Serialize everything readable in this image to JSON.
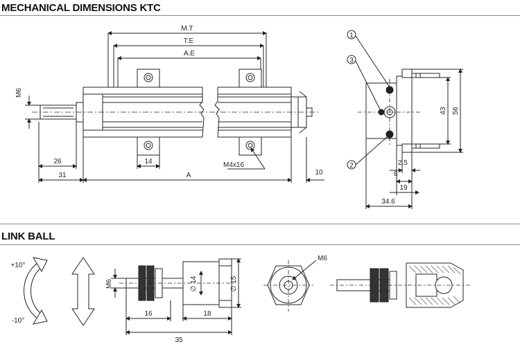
{
  "sections": {
    "ktc_title": "MECHANICAL DIMENSIONS KTC",
    "link_title": "LINK BALL"
  },
  "ktc": {
    "dims": {
      "mt": "M.T",
      "te": "T.E",
      "ae": "A.E",
      "m6": "M6",
      "d26": "26",
      "d31": "31",
      "d14": "14",
      "a": "A",
      "m4x16": "M4x16",
      "d10": "10"
    },
    "side": {
      "c1": "1",
      "c2": "2",
      "c3": "3",
      "d43": "43",
      "d56": "56",
      "d25": "2.5",
      "d8": "8",
      "d19": "19",
      "d346": "34.6"
    }
  },
  "link": {
    "p10": "+10°",
    "m10": "-10°",
    "m6": "M6",
    "d14": "14",
    "d15": "15",
    "d16": "16",
    "d18": "18",
    "d35": "35",
    "m6b": "M6"
  }
}
